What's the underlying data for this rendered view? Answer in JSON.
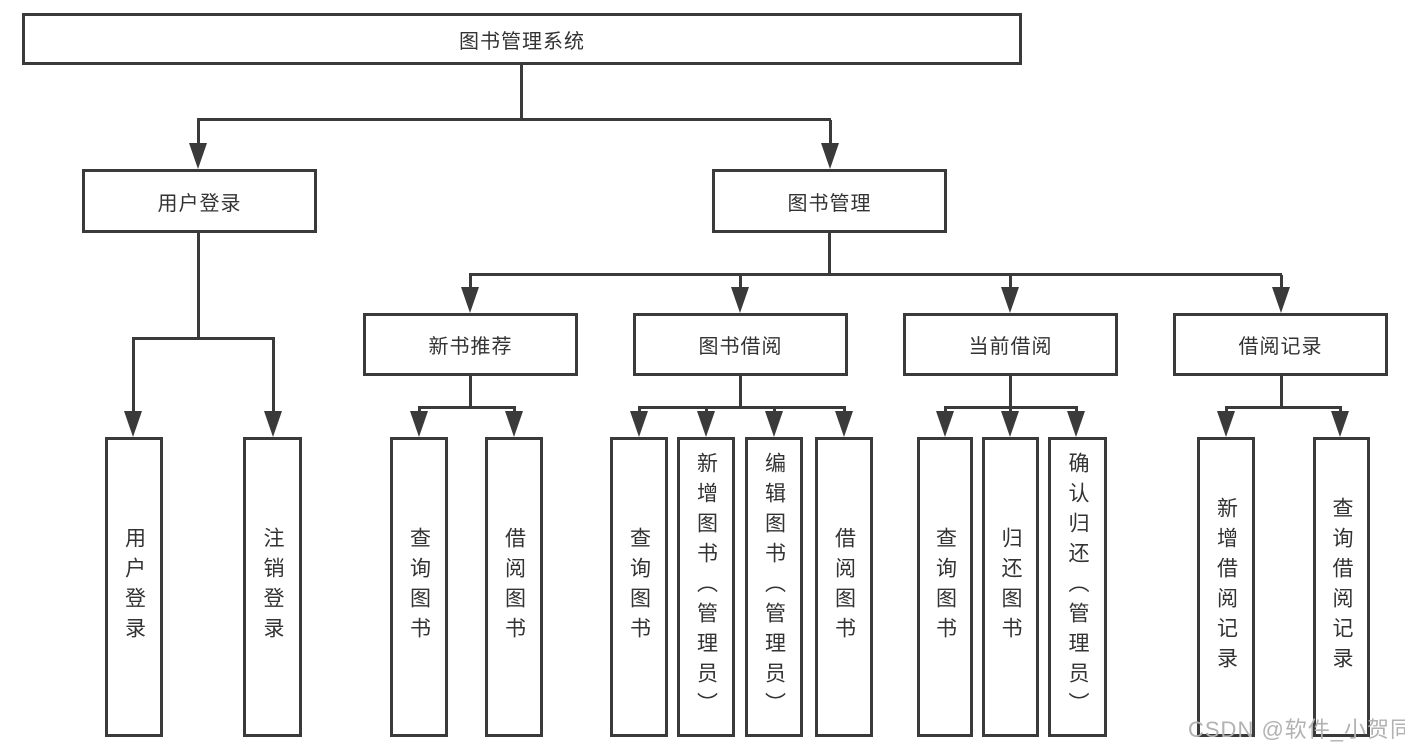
{
  "colors": {
    "line": "#3a3a3a",
    "text": "#333333",
    "watermark": "#b2b2b2",
    "bg": "#ffffff"
  },
  "nodes": {
    "root": "图书管理系统",
    "level2": [
      "用户登录",
      "图书管理"
    ],
    "level3": [
      "新书推荐",
      "图书借阅",
      "当前借阅",
      "借阅记录"
    ],
    "leaves": {
      "user_login": [
        "用户登录",
        "注销登录"
      ],
      "new_book": [
        "查询图书",
        "借阅图书"
      ],
      "book_borrow": [
        "查询图书",
        "新增图书（管理员）",
        "编辑图书（管理员）",
        "借阅图书"
      ],
      "current_borrow": [
        "查询图书",
        "归还图书",
        "确认归还（管理员）"
      ],
      "borrow_record": [
        "新增借阅记录",
        "查询借阅记录"
      ]
    }
  },
  "watermark": "CSDN @软件_小贺同学"
}
